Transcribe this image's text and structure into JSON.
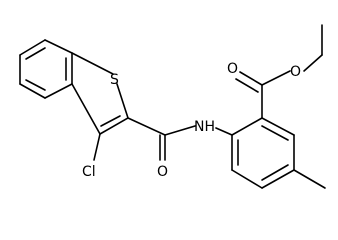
{
  "atoms": {
    "sulfur": "S",
    "chlorine": "Cl",
    "amide_oxygen": "O",
    "amide_nitrogen": "NH",
    "ester_carbonyl_oxygen": "O",
    "ester_ether_oxygen": "O"
  }
}
